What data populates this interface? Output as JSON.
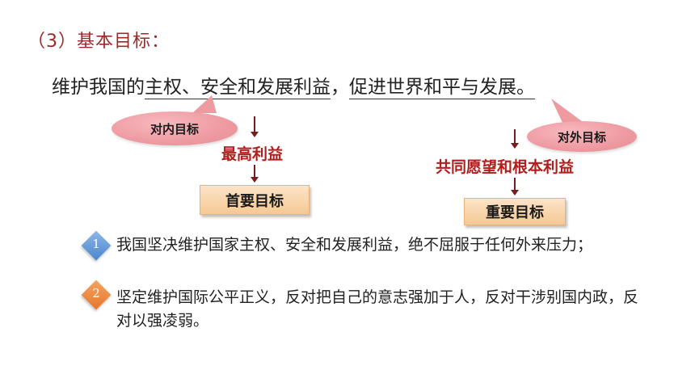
{
  "heading": "（3）基本目标：",
  "main_line": {
    "prefix": "维护我国的",
    "part1": "主权、安全和发展利益",
    "separator": "，",
    "part2": "促进世界和平与发展。"
  },
  "left_branch": {
    "bubble": "对内目标",
    "label": "最高利益",
    "box": "首要目标"
  },
  "right_branch": {
    "bubble": "对外目标",
    "label": "共同愿望和根本利益",
    "box": "重要目标"
  },
  "points": [
    {
      "number": "1",
      "color": "#4a86cf",
      "text": "我国坚决维护国家主权、安全和发展利益，绝不屈服于任何外来压力；"
    },
    {
      "number": "2",
      "color": "#e6772e",
      "text": "坚定维护国际公平正义，反对把自己的意志强加于人，反对干涉别国内政，反对以强凌弱。"
    }
  ],
  "colors": {
    "heading": "#9c2a2a",
    "red_label": "#b21d1d",
    "bubble": "#ee9aa1",
    "box": "#f5c893"
  }
}
